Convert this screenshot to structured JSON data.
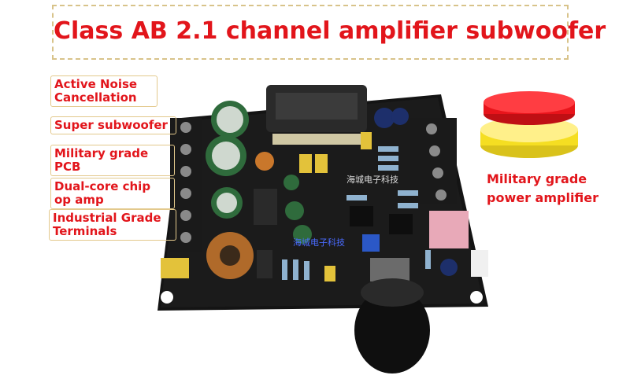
{
  "title": "Class AB 2.1 channel amplifier subwoofer",
  "labels": {
    "anc": "Active Noise\nCancellation",
    "super": "Super subwoofer",
    "pcb": "Military grade\nPCB",
    "opamp": "Dual-core chip\nop amp",
    "terminals": "Industrial Grade\nTerminals",
    "amp": "Military grade\npower amplifier"
  },
  "board_text": "海城电子科技",
  "colors": {
    "title_red": "#e2151b",
    "label_border": "#e3c98c",
    "pcb": "#151515",
    "disc_red": "#e8141b",
    "disc_yellow": "#f5de22"
  }
}
